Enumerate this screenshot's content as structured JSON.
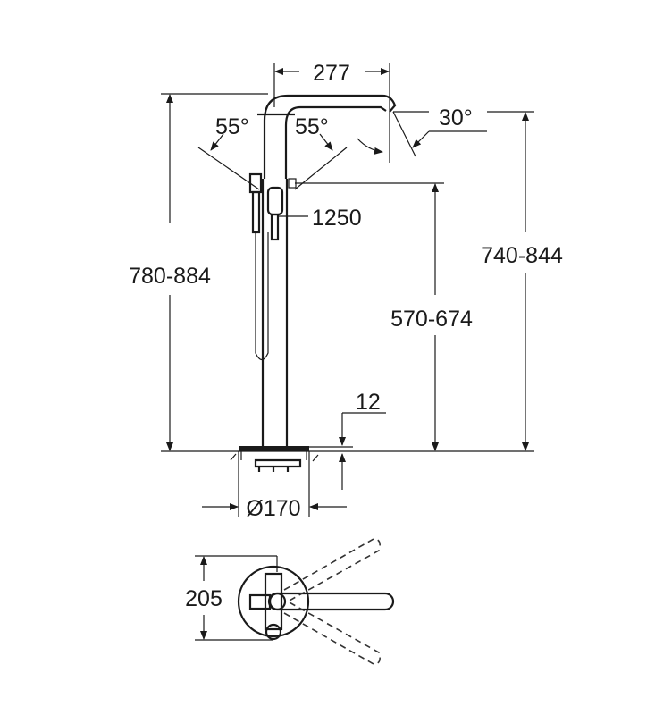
{
  "drawing": {
    "dimensions": {
      "spout_reach": "277",
      "handle_angle_left": "55°",
      "handle_angle_right": "55°",
      "spout_angle": "30°",
      "hose_length": "1250",
      "total_height": "780-884",
      "spout_height": "740-844",
      "holder_height": "570-674",
      "floor_offset": "12",
      "base_diameter": "Ø170",
      "plan_depth": "205"
    },
    "line_color": "#1a1a1a"
  }
}
